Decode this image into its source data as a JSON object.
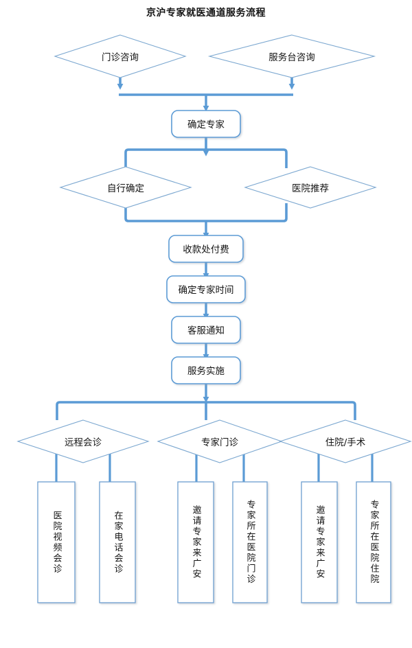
{
  "title": "京沪专家就医通道服务流程",
  "theme": {
    "line_color": "#5b9bd5",
    "line_color_dark": "#4a86b8",
    "diamond_border": "#7ba7d0",
    "box_border": "#5b9bd5",
    "box_fill": "#ffffff",
    "text_color": "#141414",
    "background": "#ffffff"
  },
  "nodes": {
    "entry_left": {
      "label": "门诊咨询",
      "shape": "diamond"
    },
    "entry_right": {
      "label": "服务台咨询",
      "shape": "diamond"
    },
    "confirm_expert": {
      "label": "确定专家",
      "shape": "rounded-rect"
    },
    "branch_self": {
      "label": "自行确定",
      "shape": "diamond"
    },
    "branch_hospital": {
      "label": "医院推荐",
      "shape": "diamond"
    },
    "payment": {
      "label": "收款处付费",
      "shape": "rounded-rect"
    },
    "confirm_time": {
      "label": "确定专家时间",
      "shape": "rounded-rect"
    },
    "service_notice": {
      "label": "客服通知",
      "shape": "rounded-rect"
    },
    "service_exec": {
      "label": "服务实施",
      "shape": "rounded-rect"
    },
    "remote_consult": {
      "label": "远程会诊",
      "shape": "diamond"
    },
    "expert_clinic": {
      "label": "专家门诊",
      "shape": "diamond"
    },
    "inpatient_surgery": {
      "label": "住院/手术",
      "shape": "diamond"
    },
    "leaf_1": {
      "label": "医院视频会诊",
      "shape": "rect-vertical-text"
    },
    "leaf_2": {
      "label": "在家电话会诊",
      "shape": "rect-vertical-text"
    },
    "leaf_3": {
      "label": "邀请专家来广安",
      "shape": "rect-vertical-text"
    },
    "leaf_4": {
      "label": "专家所在医院门诊",
      "shape": "rect-vertical-text"
    },
    "leaf_5": {
      "label": "邀请专家来广安",
      "shape": "rect-vertical-text"
    },
    "leaf_6": {
      "label": "专家所在医院住院",
      "shape": "rect-vertical-text"
    }
  },
  "chart_data": {
    "type": "diagram",
    "diagram_kind": "flowchart",
    "title": "京沪专家就医通道服务流程",
    "levels": [
      {
        "level": 1,
        "nodes": [
          "门诊咨询",
          "服务台咨询"
        ]
      },
      {
        "level": 2,
        "nodes": [
          "确定专家"
        ]
      },
      {
        "level": 3,
        "nodes": [
          "自行确定",
          "医院推荐"
        ]
      },
      {
        "level": 4,
        "nodes": [
          "收款处付费"
        ]
      },
      {
        "level": 5,
        "nodes": [
          "确定专家时间"
        ]
      },
      {
        "level": 6,
        "nodes": [
          "客服通知"
        ]
      },
      {
        "level": 7,
        "nodes": [
          "服务实施"
        ]
      },
      {
        "level": 8,
        "nodes": [
          "远程会诊",
          "专家门诊",
          "住院/手术"
        ]
      },
      {
        "level": 9,
        "nodes": [
          "医院视频会诊",
          "在家电话会诊",
          "邀请专家来广安",
          "专家所在医院门诊",
          "邀请专家来广安",
          "专家所在医院住院"
        ]
      }
    ],
    "edges": [
      {
        "from": "门诊咨询",
        "to": "确定专家",
        "style": "merge-arrow"
      },
      {
        "from": "服务台咨询",
        "to": "确定专家",
        "style": "merge-arrow"
      },
      {
        "from": "确定专家",
        "to": "自行确定",
        "style": "split-bar"
      },
      {
        "from": "确定专家",
        "to": "医院推荐",
        "style": "split-bar"
      },
      {
        "from": "自行确定",
        "to": "收款处付费",
        "style": "merge-bar-arrow"
      },
      {
        "from": "医院推荐",
        "to": "收款处付费",
        "style": "merge-bar-arrow"
      },
      {
        "from": "收款处付费",
        "to": "确定专家时间",
        "style": "arrow"
      },
      {
        "from": "确定专家时间",
        "to": "客服通知",
        "style": "arrow"
      },
      {
        "from": "客服通知",
        "to": "服务实施",
        "style": "arrow"
      },
      {
        "from": "服务实施",
        "to": "远程会诊",
        "style": "split-bar"
      },
      {
        "from": "服务实施",
        "to": "专家门诊",
        "style": "split-bar"
      },
      {
        "from": "服务实施",
        "to": "住院/手术",
        "style": "split-bar"
      },
      {
        "from": "远程会诊",
        "to": "医院视频会诊",
        "style": "line"
      },
      {
        "from": "远程会诊",
        "to": "在家电话会诊",
        "style": "line"
      },
      {
        "from": "专家门诊",
        "to": "邀请专家来广安",
        "style": "line"
      },
      {
        "from": "专家门诊",
        "to": "专家所在医院门诊",
        "style": "line"
      },
      {
        "from": "住院/手术",
        "to": "邀请专家来广安",
        "style": "line"
      },
      {
        "from": "住院/手术",
        "to": "专家所在医院住院",
        "style": "line"
      }
    ]
  }
}
